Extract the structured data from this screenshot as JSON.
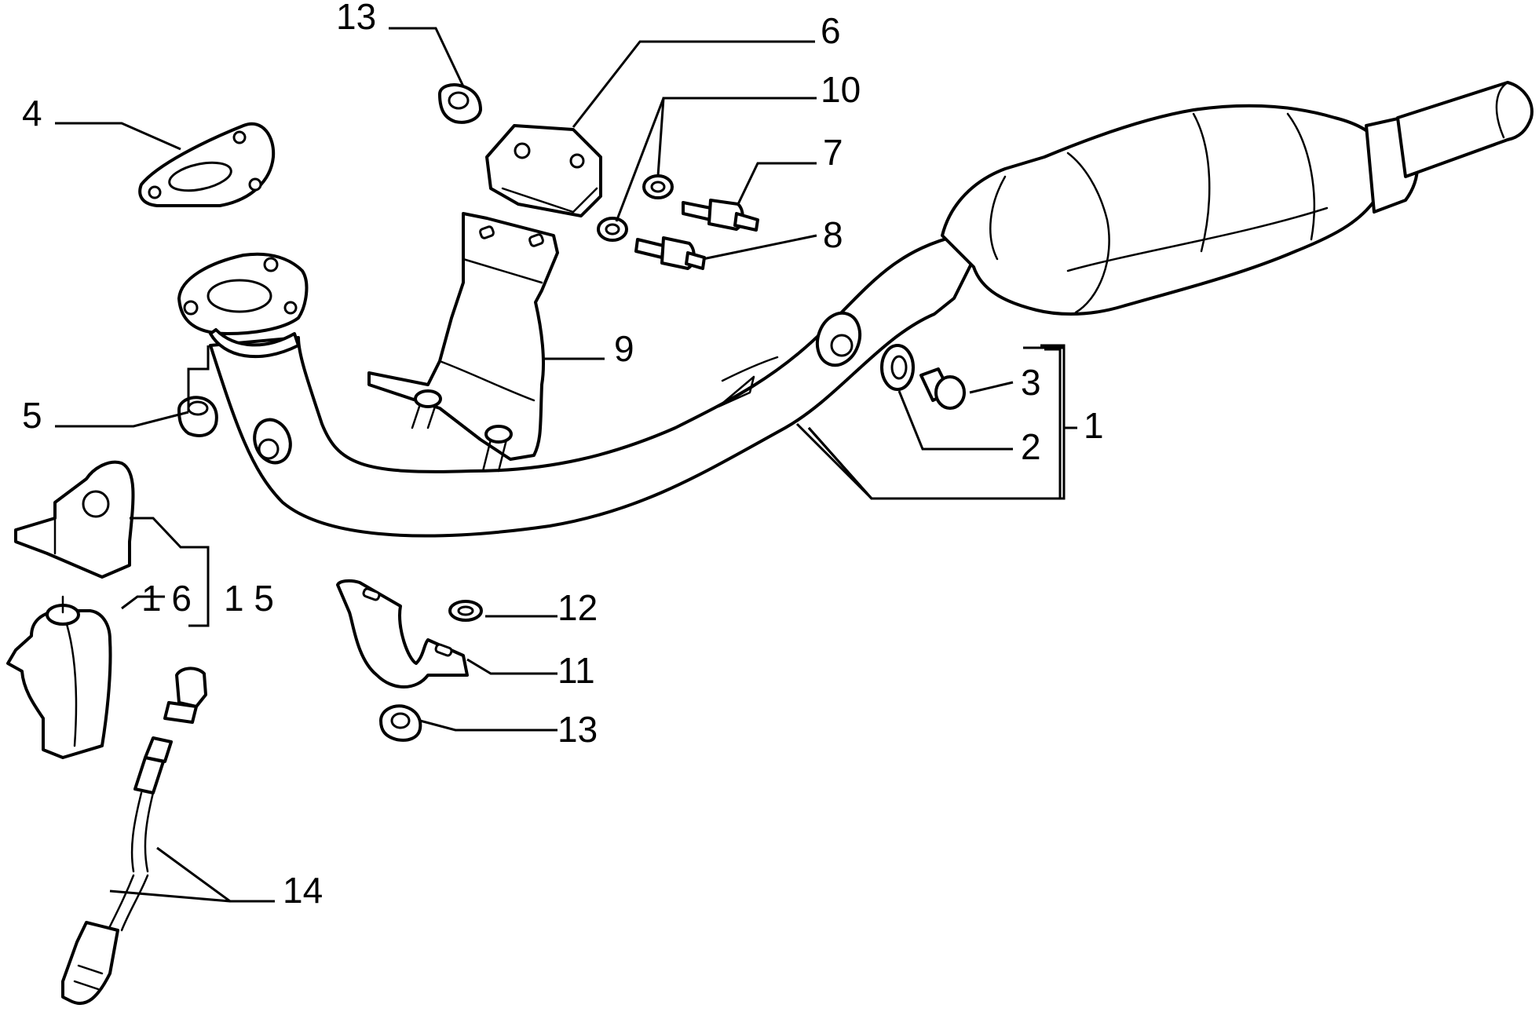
{
  "diagram": {
    "type": "exploded-parts-diagram",
    "line_color": "#000000",
    "background": "#ffffff",
    "callouts": [
      {
        "id": "c13a",
        "label": "13"
      },
      {
        "id": "c6",
        "label": "6"
      },
      {
        "id": "c10",
        "label": "10"
      },
      {
        "id": "c4",
        "label": "4"
      },
      {
        "id": "c7",
        "label": "7"
      },
      {
        "id": "c8",
        "label": "8"
      },
      {
        "id": "c9",
        "label": "9"
      },
      {
        "id": "c3",
        "label": "3"
      },
      {
        "id": "c1",
        "label": "1"
      },
      {
        "id": "c5",
        "label": "5"
      },
      {
        "id": "c2",
        "label": "2"
      },
      {
        "id": "c16",
        "label": "1 6"
      },
      {
        "id": "c15",
        "label": "1 5"
      },
      {
        "id": "c12",
        "label": "12"
      },
      {
        "id": "c11",
        "label": "11"
      },
      {
        "id": "c13b",
        "label": "13"
      },
      {
        "id": "c14",
        "label": "14"
      }
    ]
  }
}
